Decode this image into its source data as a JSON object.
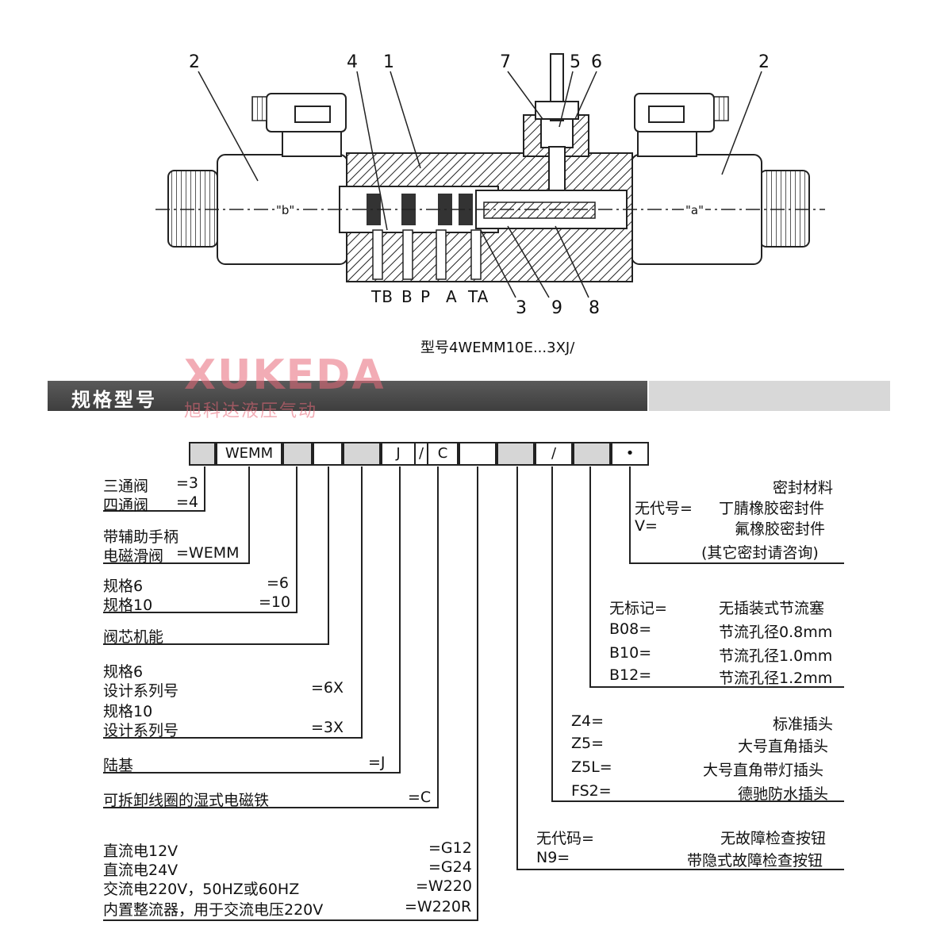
{
  "diagram": {
    "callouts": [
      "2",
      "4",
      "1",
      "7",
      "5",
      "6",
      "2",
      "3",
      "9",
      "8"
    ],
    "coil_labels": {
      "b": "\"b\"",
      "a": "\"a\""
    },
    "ports": [
      "TB",
      "B",
      "P",
      "A",
      "TA"
    ],
    "model": "型号4WEMM10E...3XJ/"
  },
  "section": {
    "title": "规格型号",
    "watermark_en": "XUKEDA",
    "watermark_cn": "旭科达液压气动"
  },
  "code_boxes": [
    "",
    "WEMM",
    "",
    "",
    "",
    "J",
    "/",
    "C",
    "",
    "",
    "/",
    "",
    "•"
  ],
  "left_groups": {
    "ways": {
      "r1": "三通阀",
      "v1": "=3",
      "r2": "四通阀",
      "v2": "=4"
    },
    "handle": {
      "r1": "带辅助手柄",
      "r2": "电磁滑阀",
      "v2": "=WEMM"
    },
    "size": {
      "r1": "规格6",
      "v1": "=6",
      "r2": "规格10",
      "v2": "=10"
    },
    "spool": {
      "r1": "阀芯机能"
    },
    "series": {
      "r1": "规格6",
      "r2": "设计系列号",
      "v2": "=6X",
      "r3": "规格10",
      "r4": "设计系列号",
      "v4": "=3X"
    },
    "base": {
      "r1": "陆基",
      "v1": "=J"
    },
    "coil": {
      "r1": "可拆卸线圈的湿式电磁铁",
      "v1": "=C"
    },
    "voltage": {
      "r1": "直流电12V",
      "v1": "=G12",
      "r2": "直流电24V",
      "v2": "=G24",
      "r3": "交流电220V，50HZ或60HZ",
      "v3": "=W220",
      "r4": "内置整流器，用于交流电压220V",
      "v4": "=W220R"
    }
  },
  "right_groups": {
    "seal": {
      "title": "密封材料",
      "k1": "无代号=",
      "d1": "丁腈橡胶密封件",
      "k2": "V=",
      "d2": "氟橡胶密封件",
      "note": "(其它密封请咨询)"
    },
    "throttle": {
      "k1": "无标记=",
      "d1": "无插装式节流塞",
      "k2": "B08=",
      "d2": "节流孔径0.8mm",
      "k3": "B10=",
      "d3": "节流孔径1.0mm",
      "k4": "B12=",
      "d4": "节流孔径1.2mm"
    },
    "plug": {
      "k1": "Z4=",
      "d1": "标准插头",
      "k2": "Z5=",
      "d2": "大号直角插头",
      "k3": "Z5L=",
      "d3": "大号直角带灯插头",
      "k4": "FS2=",
      "d4": "德驰防水插头"
    },
    "button": {
      "k1": "无代码=",
      "d1": "无故障检查按钮",
      "k2": "N9=",
      "d2": "带隐式故障检查按钮"
    }
  }
}
